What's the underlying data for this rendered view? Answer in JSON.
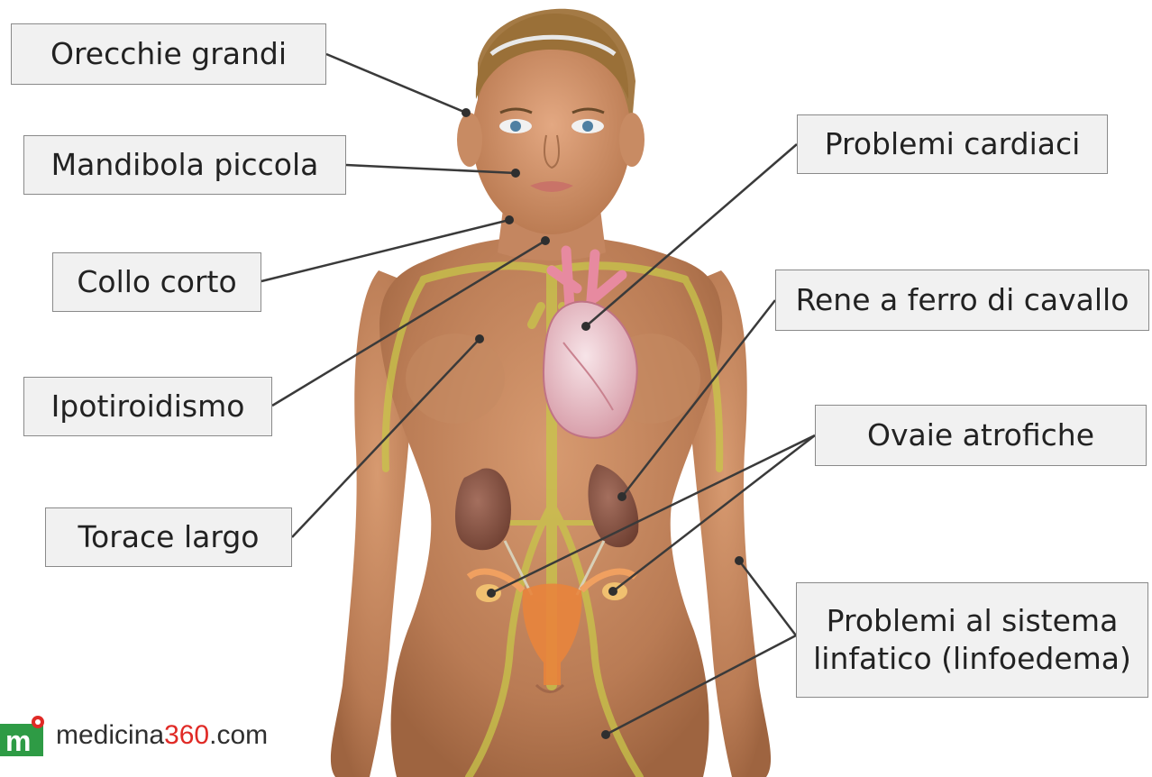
{
  "labels": {
    "ears": "Orecchie grandi",
    "jaw": "Mandibola piccola",
    "neck": "Collo corto",
    "thyroid": "Ipotiroidismo",
    "chest": "Torace largo",
    "heart": "Problemi cardiaci",
    "kidney": "Rene a ferro di cavallo",
    "ovaries": "Ovaie atrofiche",
    "lymph_line1": "Problemi al sistema",
    "lymph_line2": "linfatico (linfoedema)"
  },
  "logo": {
    "letter": "m",
    "name_prefix": "medicina",
    "name_number": "360",
    "name_suffix": ".com"
  },
  "colors": {
    "skin": "#c58a62",
    "lymph": "#c8c64a",
    "label_bg": "#f1f1f1",
    "label_border": "#8a8a8a",
    "leader_line": "#3a3a3a",
    "brand_green": "#2e9b45",
    "brand_red": "#e02a26"
  }
}
